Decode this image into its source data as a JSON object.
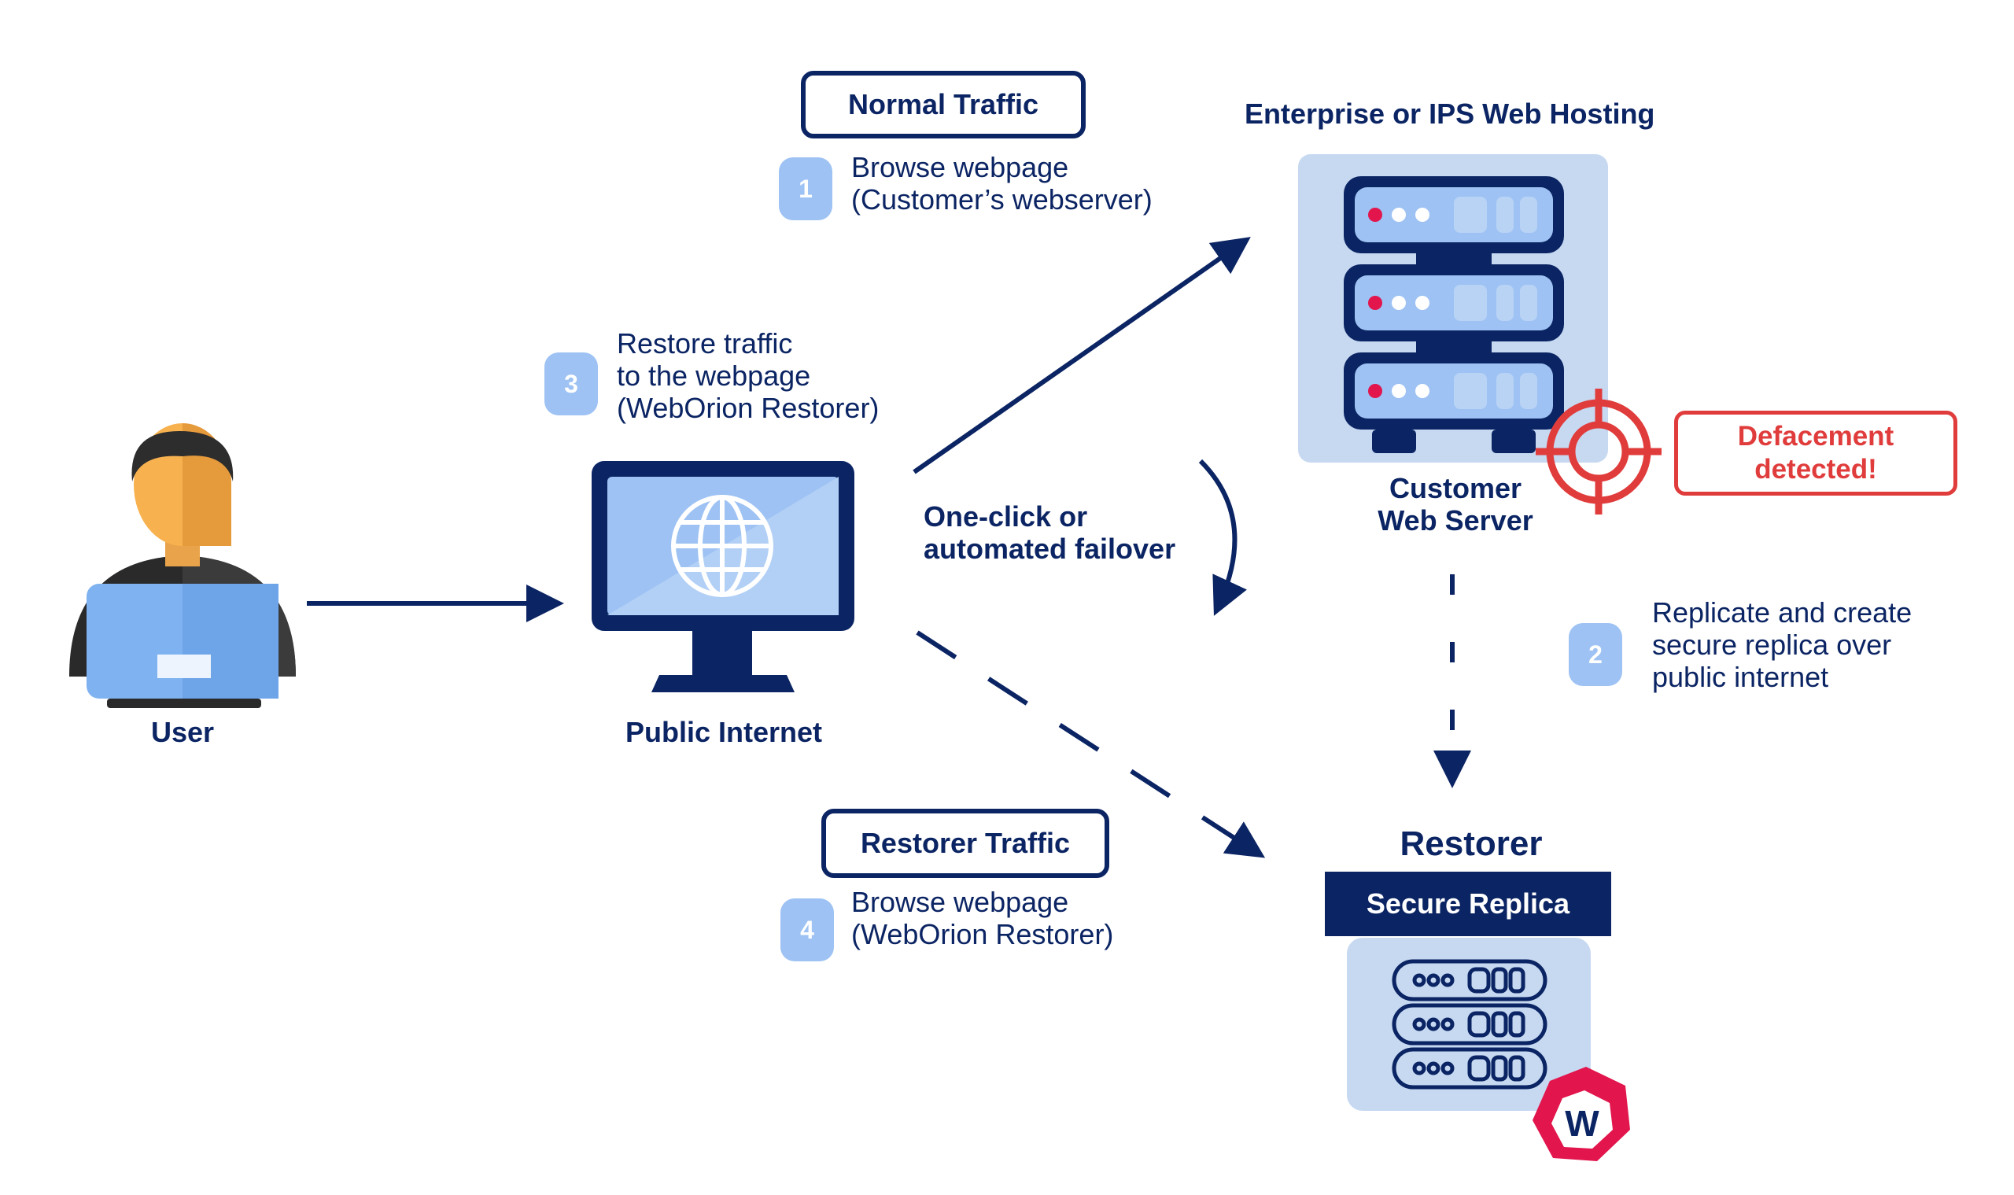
{
  "labels": {
    "normal_traffic": "Normal Traffic",
    "restorer_traffic": "Restorer Traffic",
    "enterprise_hosting": "Enterprise or IPS Web Hosting",
    "customer_web_server": [
      "Customer",
      "Web Server"
    ],
    "user": "User",
    "public_internet": "Public Internet",
    "restorer": "Restorer",
    "secure_replica": "Secure Replica",
    "defacement": [
      "Defacement",
      "detected!"
    ],
    "failover": [
      "One-click or",
      "automated failover"
    ]
  },
  "steps": [
    {
      "number": "1",
      "lines": [
        "Browse webpage",
        "(Customer’s webserver)"
      ]
    },
    {
      "number": "2",
      "lines": [
        "Replicate and create",
        "secure replica over",
        "public internet"
      ]
    },
    {
      "number": "3",
      "lines": [
        "Restore traffic",
        "to the webpage",
        "(WebOrion Restorer)"
      ]
    },
    {
      "number": "4",
      "lines": [
        "Browse webpage",
        "(WebOrion Restorer)"
      ]
    }
  ],
  "logo_text": "W",
  "icons": [
    "user-laptop-icon",
    "globe-monitor-icon",
    "server-rack-icon",
    "target-icon",
    "replica-server-icon",
    "weborion-logo-icon"
  ],
  "colors": {
    "navy": "#0b2463",
    "light_blue": "#9dc2f3",
    "panel_blue": "#c6d9f1",
    "alert_red": "#e03c3c",
    "brand_pink": "#e2154d"
  }
}
